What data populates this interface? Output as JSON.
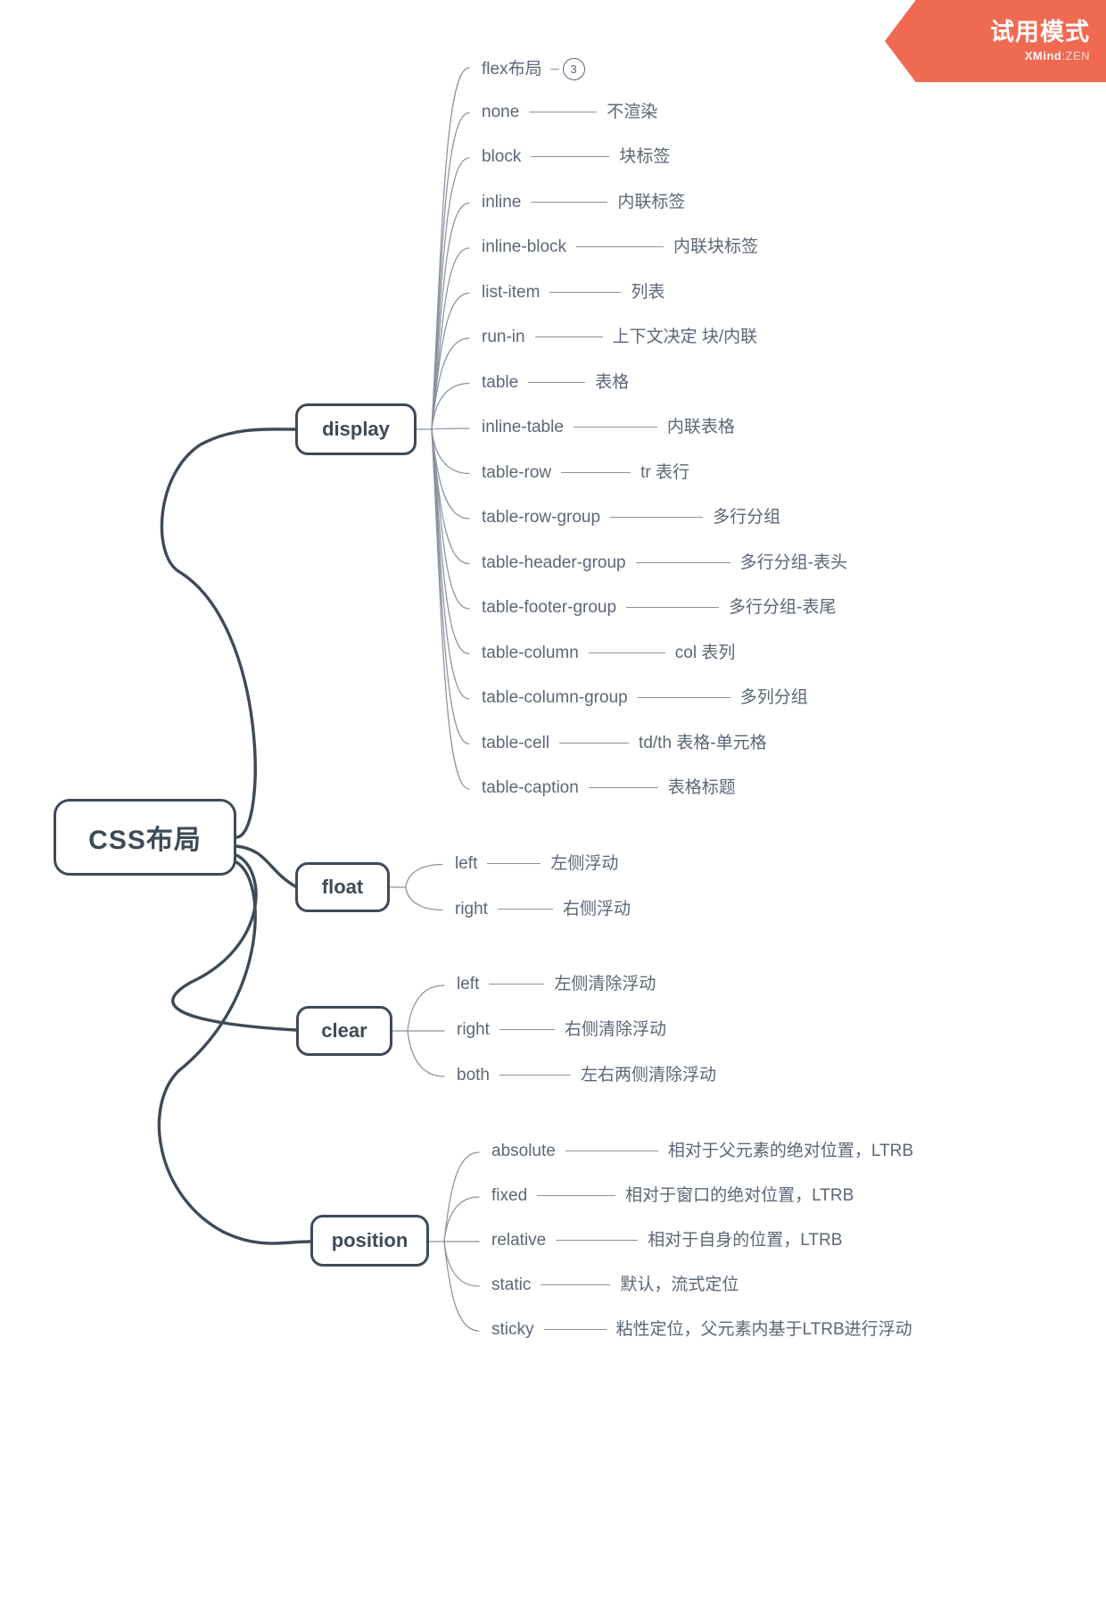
{
  "app": {
    "trial_title": "试用模式",
    "brand_name": "XMind",
    "brand_sep": ":",
    "brand_edition": "ZEN"
  },
  "colors": {
    "node_border": "#3f4a57",
    "node_text": "#3f4a57",
    "leaf_text": "#5c6676",
    "connector": "#8a929d",
    "trial_banner": "#f06a52",
    "background": "#ffffff"
  },
  "mindmap": {
    "root": {
      "label": "CSS布局"
    },
    "branches": [
      {
        "label": "display",
        "children": [
          {
            "key": "flex布局",
            "value": "",
            "badge": "3"
          },
          {
            "key": "none",
            "value": "不渲染"
          },
          {
            "key": "block",
            "value": "块标签"
          },
          {
            "key": "inline",
            "value": "内联标签"
          },
          {
            "key": "inline-block",
            "value": "内联块标签"
          },
          {
            "key": "list-item",
            "value": "列表"
          },
          {
            "key": "run-in",
            "value": "上下文决定 块/内联"
          },
          {
            "key": "table",
            "value": "表格"
          },
          {
            "key": "inline-table",
            "value": "内联表格"
          },
          {
            "key": "table-row",
            "value": "tr 表行"
          },
          {
            "key": "table-row-group",
            "value": "多行分组"
          },
          {
            "key": "table-header-group",
            "value": "多行分组-表头"
          },
          {
            "key": "table-footer-group",
            "value": "多行分组-表尾"
          },
          {
            "key": "table-column",
            "value": "col 表列"
          },
          {
            "key": "table-column-group",
            "value": "多列分组"
          },
          {
            "key": "table-cell",
            "value": "td/th 表格-单元格"
          },
          {
            "key": "table-caption",
            "value": "表格标题"
          }
        ]
      },
      {
        "label": "float",
        "children": [
          {
            "key": "left",
            "value": "左侧浮动"
          },
          {
            "key": "right",
            "value": "右侧浮动"
          }
        ]
      },
      {
        "label": "clear",
        "children": [
          {
            "key": "left",
            "value": "左侧清除浮动"
          },
          {
            "key": "right",
            "value": "右侧清除浮动"
          },
          {
            "key": "both",
            "value": "左右两侧清除浮动"
          }
        ]
      },
      {
        "label": "position",
        "children": [
          {
            "key": "absolute",
            "value": "相对于父元素的绝对位置，LTRB"
          },
          {
            "key": "fixed",
            "value": "相对于窗口的绝对位置，LTRB"
          },
          {
            "key": "relative",
            "value": "相对于自身的位置，LTRB"
          },
          {
            "key": "static",
            "value": "默认，流式定位"
          },
          {
            "key": "sticky",
            "value": "粘性定位，父元素内基于LTRB进行浮动"
          }
        ]
      }
    ]
  }
}
